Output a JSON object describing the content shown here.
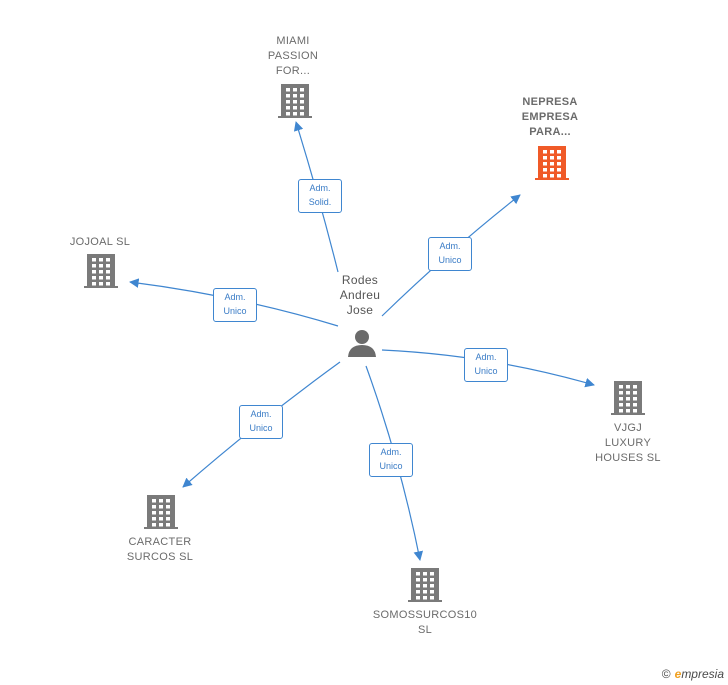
{
  "center": {
    "name_lines": [
      "Rodes",
      "Andreu",
      "Jose"
    ],
    "icon": "person-icon"
  },
  "companies": [
    {
      "id": "miami",
      "name_lines": [
        "MIAMI",
        "PASSION",
        "FOR..."
      ],
      "icon": "building-icon",
      "color": "#7a7a7a",
      "highlight": false,
      "relation": [
        "Adm.",
        "Solid."
      ]
    },
    {
      "id": "nepresa",
      "name_lines": [
        "NEPRESA",
        "EMPRESA",
        "PARA..."
      ],
      "icon": "building-icon",
      "color": "#f05a28",
      "highlight": true,
      "relation": [
        "Adm.",
        "Unico"
      ]
    },
    {
      "id": "jojoal",
      "name_lines": [
        "JOJOAL  SL"
      ],
      "icon": "building-icon",
      "color": "#7a7a7a",
      "highlight": false,
      "relation": [
        "Adm.",
        "Unico"
      ]
    },
    {
      "id": "vjgj",
      "name_lines": [
        "VJGJ",
        "LUXURY",
        "HOUSES  SL"
      ],
      "icon": "building-icon",
      "color": "#7a7a7a",
      "highlight": false,
      "relation": [
        "Adm.",
        "Unico"
      ]
    },
    {
      "id": "caracter",
      "name_lines": [
        "CARACTER",
        "SURCOS  SL"
      ],
      "icon": "building-icon",
      "color": "#7a7a7a",
      "highlight": false,
      "relation": [
        "Adm.",
        "Unico"
      ]
    },
    {
      "id": "somossurcos",
      "name_lines": [
        "SOMOSSURCOS10",
        "SL"
      ],
      "icon": "building-icon",
      "color": "#7a7a7a",
      "highlight": false,
      "relation": [
        "Adm.",
        "Unico"
      ]
    }
  ],
  "colors": {
    "edge": "#3f86d0",
    "building": "#7a7a7a",
    "highlight": "#f05a28",
    "person": "#6b6b6b"
  },
  "footer": {
    "copyright_symbol": "©",
    "brand_initial": "e",
    "brand_rest": "mpresia"
  }
}
